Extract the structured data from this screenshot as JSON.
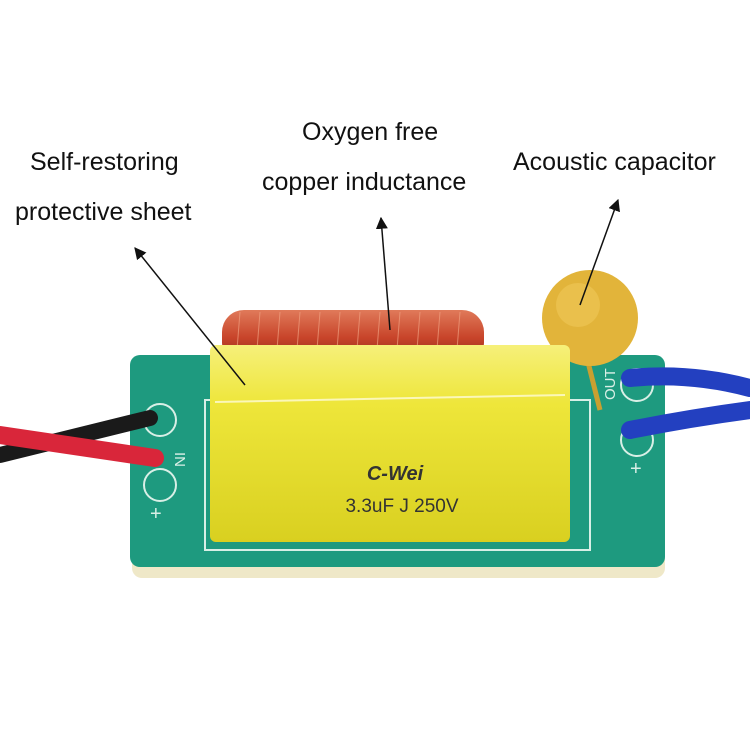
{
  "annotations": {
    "sheet_line1": "Self-restoring",
    "sheet_line2": "protective sheet",
    "inductor_line1": "Oxygen free",
    "inductor_line2": "copper inductance",
    "capacitor": "Acoustic capacitor"
  },
  "component_print": {
    "brand": "C-Wei",
    "rating": "3.3uF J 250V"
  },
  "board_marks": {
    "input": "IN",
    "output": "OUT",
    "plus": "+",
    "minus": "-"
  },
  "colors": {
    "pcb": "#1e9a7f",
    "film_capacitor": "#eee63a",
    "disc_capacitor": "#e2b43a",
    "wire_red": "#d9263a",
    "wire_blue": "#2340c0",
    "copper_coil": "#c8442a"
  }
}
